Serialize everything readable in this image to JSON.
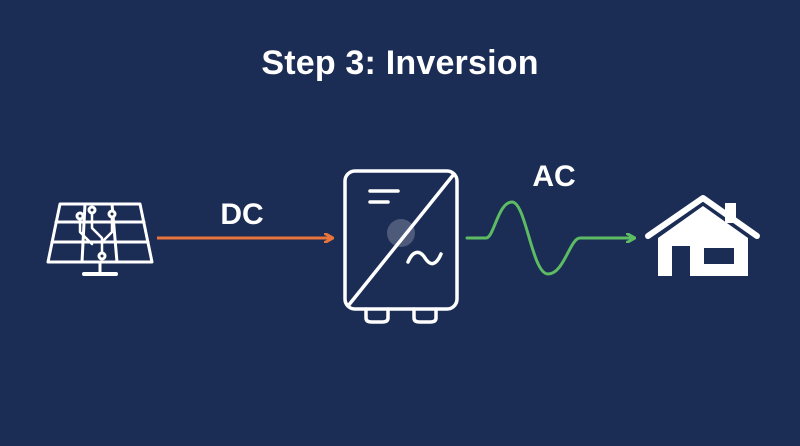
{
  "title": "Step 3: Inversion",
  "labels": {
    "dc": "DC",
    "ac": "AC"
  },
  "nodes": [
    {
      "name": "solar-panel",
      "icon": "solar-panel-icon"
    },
    {
      "name": "inverter",
      "icon": "inverter-icon"
    },
    {
      "name": "house",
      "icon": "house-icon"
    }
  ],
  "colors": {
    "background": "#1b2c55",
    "dc_arrow": "#e8743a",
    "ac_wave": "#5dbb63",
    "stroke": "#ffffff"
  }
}
